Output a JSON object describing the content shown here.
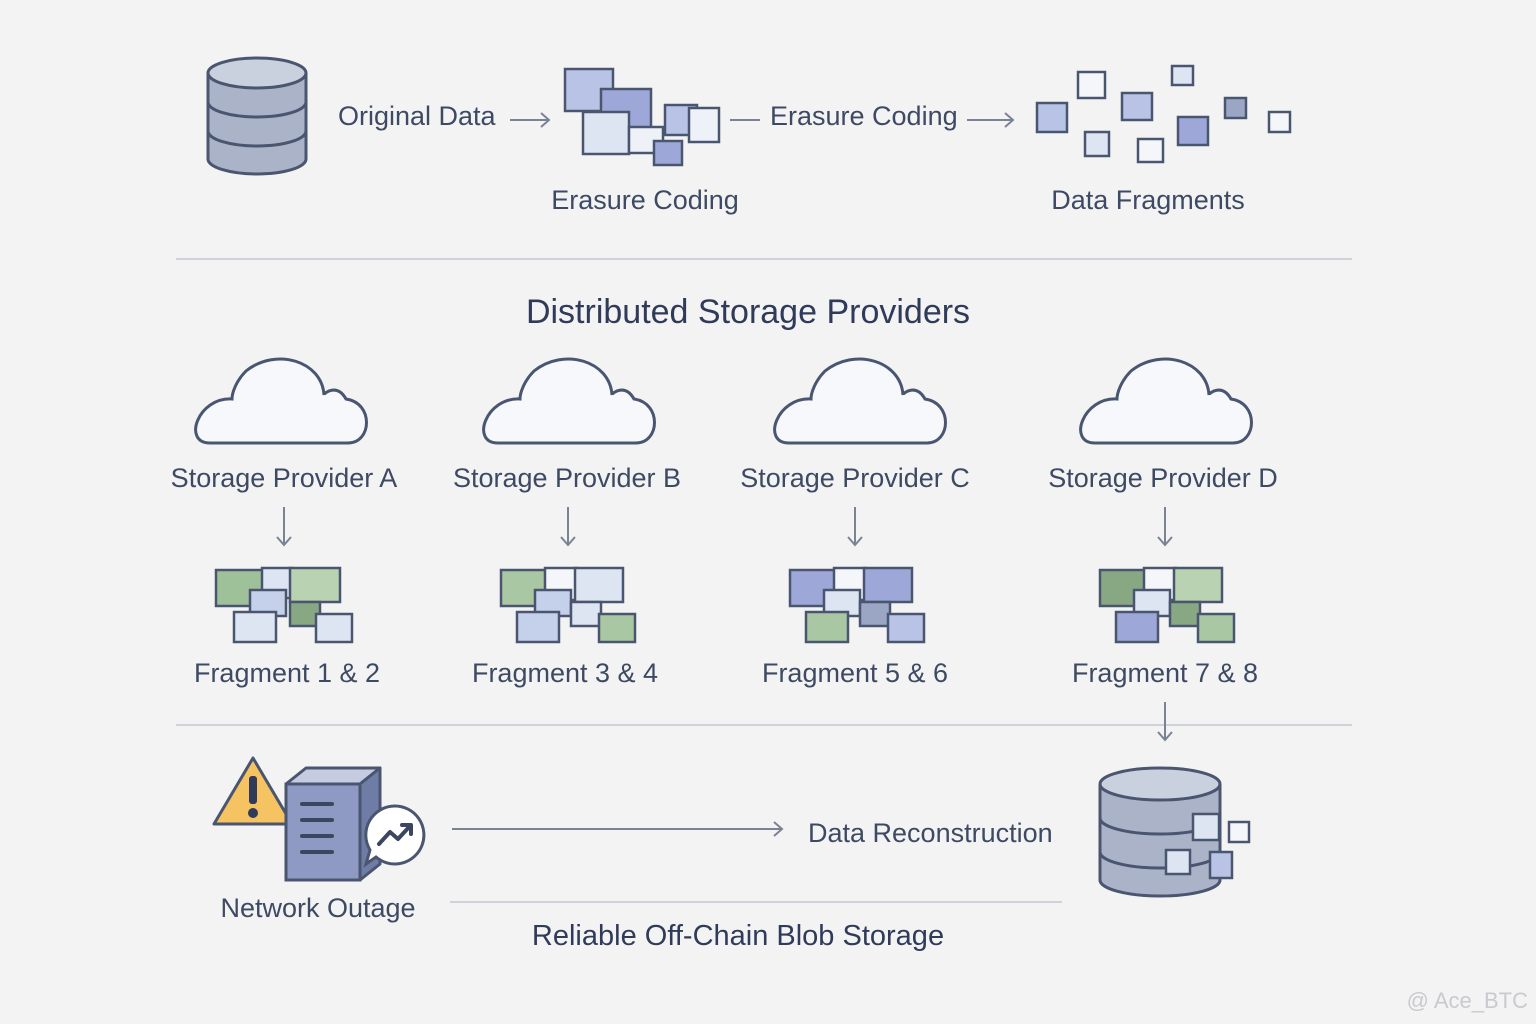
{
  "top_flow": {
    "original_data_label": "Original Data",
    "erasure_coding_inline_label": "Erasure Coding",
    "erasure_coding_caption": "Erasure Coding",
    "data_fragments_caption": "Data Fragments"
  },
  "section_title": "Distributed Storage Providers",
  "providers": [
    {
      "name": "Storage Provider A",
      "fragments": "Fragment 1 & 2"
    },
    {
      "name": "Storage Provider B",
      "fragments": "Fragment 3 & 4"
    },
    {
      "name": "Storage Provider C",
      "fragments": "Fragment 5 & 6"
    },
    {
      "name": "Storage Provider D",
      "fragments": "Fragment 7 & 8"
    }
  ],
  "bottom_flow": {
    "network_outage_label": "Network Outage",
    "data_reconstruction_label": "Data Reconstruction",
    "footer_title": "Reliable Off-Chain Blob Storage"
  },
  "watermark": "@ Ace_BTC",
  "colors": {
    "background": "#f3f3f4",
    "stroke": "#4a5670",
    "blue_fill": "#b8c3e6",
    "light_fill": "#dde5f2",
    "green_fill": "#a9c7a2",
    "warning": "#f6c363"
  }
}
